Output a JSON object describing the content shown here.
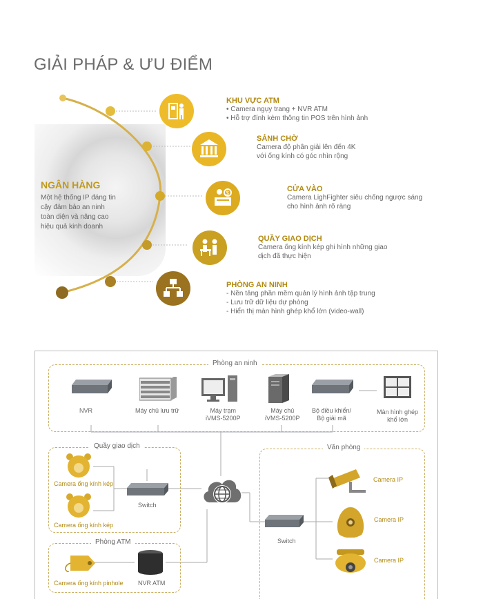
{
  "header": {
    "title": "GIẢI PHÁP & ƯU ĐIỂM"
  },
  "hero": {
    "title": "NGÂN HÀNG",
    "text": [
      "Một hệ thống IP đáng tin",
      "cậy đảm bảo an ninh",
      "toàn diện và nâng cao",
      "hiệu quả kinh doanh"
    ]
  },
  "items": [
    {
      "title": "KHU VỰC ATM",
      "lines": [
        "• Camera ngụy trang + NVR ATM",
        "• Hỗ trợ đính kèm thông tin POS trên hình ảnh"
      ],
      "icon": "atm-person-icon",
      "color": "#eebc2a"
    },
    {
      "title": "SẢNH CHỜ",
      "lines": [
        "Camera độ phân giải lên đến 4K",
        "với ống kính có góc nhìn rộng"
      ],
      "icon": "bank-building-icon",
      "color": "#e9b626"
    },
    {
      "title": "CỬA VÀO",
      "lines": [
        "Camera LighFighter siêu chống ngược sáng",
        "cho hình ảnh rõ ràng"
      ],
      "icon": "reception-desk-icon",
      "color": "#dcab1f"
    },
    {
      "title": "QUẦY GIAO DỊCH",
      "lines": [
        "Camera ống kính kép ghi hình những giao",
        "dịch đã thực hiện"
      ],
      "icon": "teller-counter-icon",
      "color": "#c9a022"
    },
    {
      "title": "PHÒNG AN NINH",
      "lines": [
        "- Nền tảng phần mềm quản lý hình ảnh tập trung",
        "- Lưu trữ dữ liệu dự phòng",
        "- Hiển thị màn hình ghép khổ lớn (video-wall)"
      ],
      "icon": "network-hierarchy-icon",
      "color": "#9a7220"
    }
  ],
  "diagram": {
    "security_room": {
      "title": "Phòng an ninh",
      "devices": [
        {
          "label": "NVR"
        },
        {
          "label": "Máy chủ lưu trữ"
        },
        {
          "label": "Máy trạm\niVMS-5200P"
        },
        {
          "label": "Máy chủ\niVMS-5200P"
        },
        {
          "label": "Bộ điều khiển/\nBộ giải mã"
        },
        {
          "label": "Màn hình ghép\nkhổ lớn"
        }
      ]
    },
    "teller": {
      "title": "Quầy giao dịch",
      "camera1": "Camera ống kính kép",
      "camera2": "Camera ống kính kép",
      "switch": "Switch"
    },
    "atm_room": {
      "title": "Phòng ATM",
      "camera": "Camera ống kính pinhole",
      "nvr": "NVR ATM"
    },
    "office": {
      "title": "Văn phòng",
      "switch": "Switch",
      "cameras": [
        "Camera IP",
        "Camera IP",
        "Camera IP"
      ]
    }
  }
}
